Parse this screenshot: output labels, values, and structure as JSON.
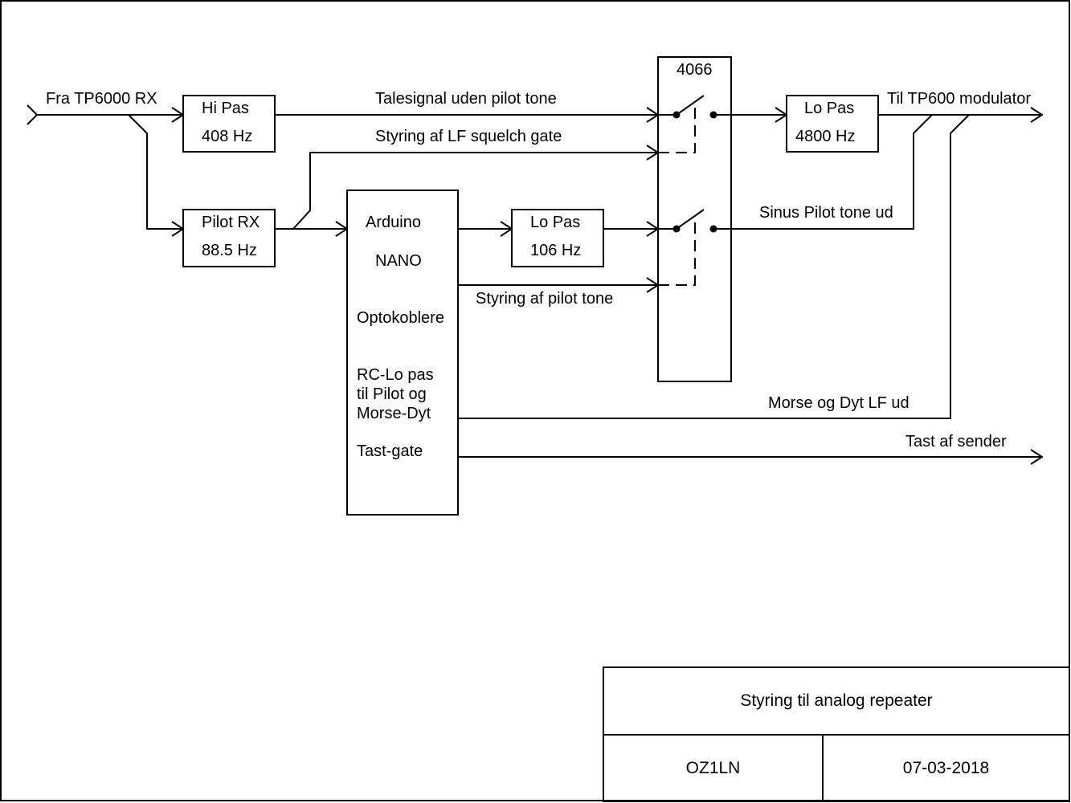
{
  "input": {
    "label": "Fra TP6000 RX"
  },
  "output": {
    "label": "Til TP600 modulator"
  },
  "blocks": {
    "hipas": {
      "line1": "Hi Pas",
      "line2": "408 Hz"
    },
    "pilotrx": {
      "line1": "Pilot RX",
      "line2": "88.5 Hz"
    },
    "lopas106": {
      "line1": "Lo Pas",
      "line2": "106 Hz"
    },
    "lopas4800": {
      "line1": "Lo Pas",
      "line2": "4800 Hz"
    },
    "switch": {
      "label": "4066"
    },
    "arduino": {
      "line1": "Arduino",
      "line2": "NANO",
      "line3": "Optokoblere",
      "line4a": "RC-Lo pas",
      "line4b": "til Pilot og",
      "line4c": "Morse-Dyt",
      "line5": "Tast-gate"
    }
  },
  "signals": {
    "speech": "Talesignal uden pilot tone",
    "squelch": "Styring af LF squelch gate",
    "pilot_control": "Styring af pilot tone",
    "sine_out": "Sinus Pilot tone ud",
    "morse_out": "Morse og Dyt LF ud",
    "key_tx": "Tast af sender"
  },
  "title_block": {
    "title": "Styring til analog repeater",
    "author": "OZ1LN",
    "date": "07-03-2018"
  }
}
